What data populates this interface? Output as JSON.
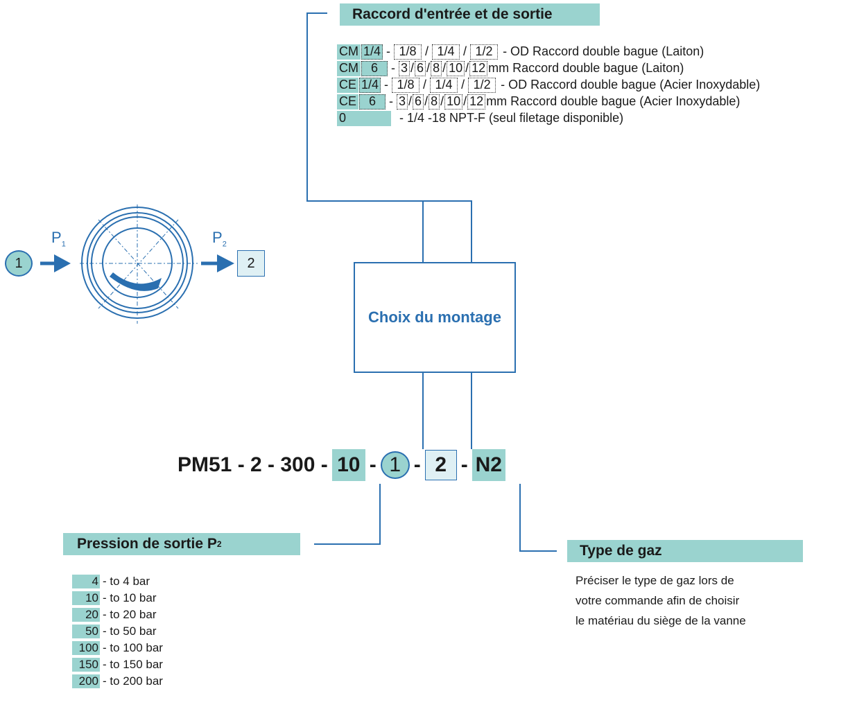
{
  "raccord": {
    "title": "Raccord d'entrée et de sortie",
    "rows": [
      {
        "code": "CM",
        "size": "1/4",
        "options": [
          "1/8",
          "1/4",
          "1/2"
        ],
        "desc": "- OD Raccord double bague (Laiton)"
      },
      {
        "code": "CM",
        "size": "6",
        "options": [
          "3",
          "6",
          "8",
          "10",
          "12"
        ],
        "desc": "mm Raccord double bague (Laiton)"
      },
      {
        "code": "CE",
        "size": "1/4",
        "options": [
          "1/8",
          "1/4",
          "1/2"
        ],
        "desc": "- OD Raccord double bague (Acier Inoxydable)"
      },
      {
        "code": "CE",
        "size": "6",
        "options": [
          "3",
          "6",
          "8",
          "10",
          "12"
        ],
        "desc": "mm Raccord double bague (Acier Inoxydable)"
      }
    ],
    "last_row": {
      "code": "0",
      "desc": "- 1/4 -18 NPT-F (seul filetage disponible)"
    }
  },
  "symbol": {
    "inlet_label": "1",
    "outlet_label": "2",
    "p1": "P",
    "p1_sub": "1",
    "p2": "P",
    "p2_sub": "2"
  },
  "choix": {
    "label": "Choix du montage"
  },
  "model": {
    "prefix": "PM51 - 2 - 300 -",
    "pressure": "10",
    "dash1": "-",
    "inlet": "1",
    "dash2": "-",
    "outlet": "2",
    "dash3": "-",
    "gas": "N2"
  },
  "pression": {
    "title": "Pression de sortie P",
    "title_sub": "2",
    "items": [
      {
        "value": "4",
        "label": "- to 4 bar"
      },
      {
        "value": "10",
        "label": "- to 10 bar"
      },
      {
        "value": "20",
        "label": "- to 20 bar"
      },
      {
        "value": "50",
        "label": "- to 50 bar"
      },
      {
        "value": "100",
        "label": "- to 100 bar"
      },
      {
        "value": "150",
        "label": "- to 150 bar"
      },
      {
        "value": "200",
        "label": "- to 200 bar"
      }
    ]
  },
  "gaz": {
    "title": "Type de gaz",
    "lines": [
      "Préciser le type de gaz lors de",
      "votre commande afin de choisir",
      "le matériau du siège de la vanne"
    ]
  },
  "colors": {
    "accent": "#9ad3cf",
    "line": "#2a6fb0",
    "light": "#dff0f4"
  }
}
